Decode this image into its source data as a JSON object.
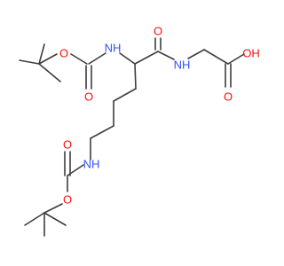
{
  "colors": {
    "bond": "#3d3d3d",
    "oxygen": "#ff0d0d",
    "nitrogen": "#3050f8"
  },
  "labels": {
    "o_boc1_ester": "O",
    "o_boc1_carbonyl": "O",
    "n_alpha": "NH",
    "o_amide": "O",
    "n_amide": "NH",
    "o_acid_carbonyl": "O",
    "oh_acid": "OH",
    "n_epsilon": "NH",
    "o_boc2_carbonyl": "O",
    "o_boc2_ester": "O"
  }
}
